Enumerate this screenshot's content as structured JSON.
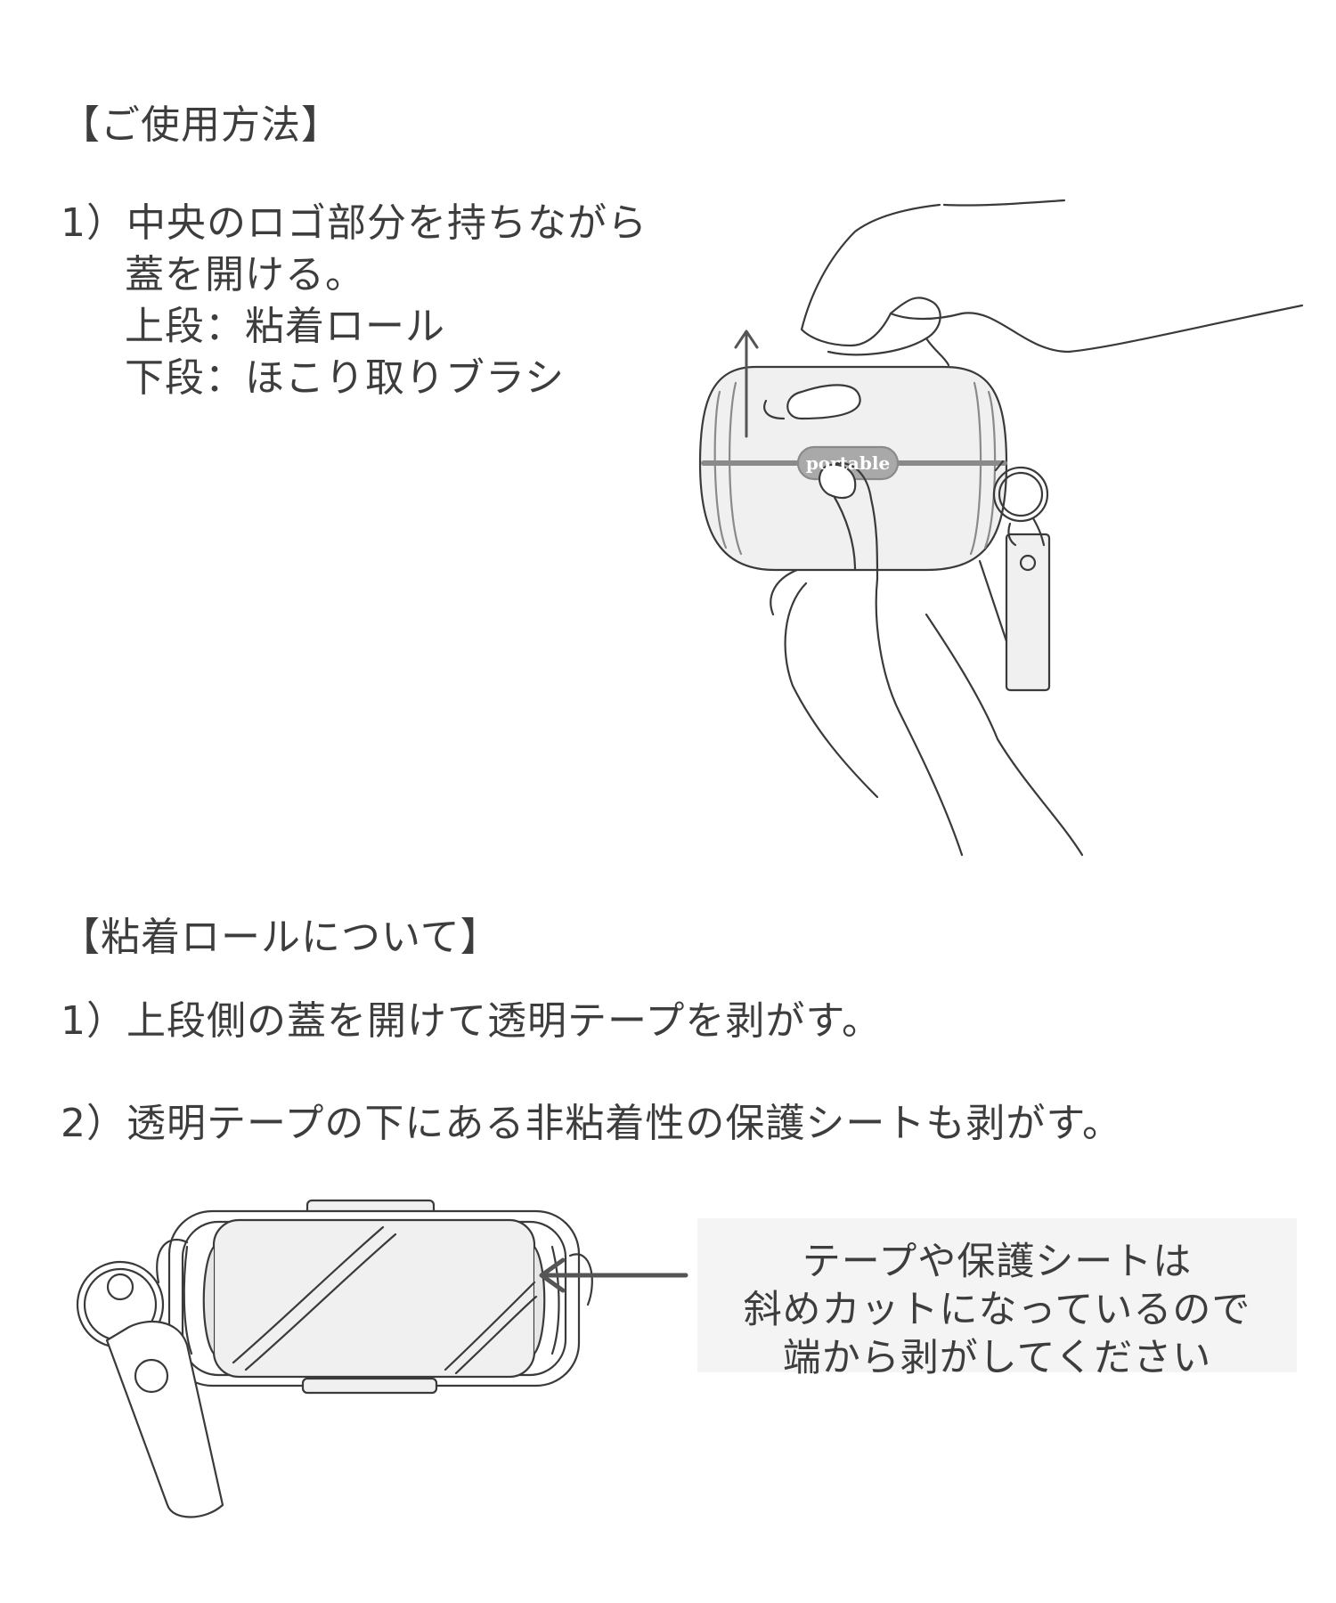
{
  "usage": {
    "heading": "【ご使用方法】",
    "step1": {
      "line1": "1）中央のロゴ部分を持ちながら",
      "line2": "蓋を開ける。",
      "line3": "上段：粘着ロール",
      "line4": "下段：ほこり取りブラシ"
    }
  },
  "illustration": {
    "logo_text": "portable"
  },
  "roll": {
    "heading": "【粘着ロールについて】",
    "step1": "1）上段側の蓋を開けて透明テープを剥がす。",
    "step2": "2）透明テープの下にある非粘着性の保護シートも剥がす。"
  },
  "note": {
    "line1": "テープや保護シートは",
    "line2": "斜めカットになっているので",
    "line3": "端から剥がしてください"
  },
  "colors": {
    "text": "#3d3d3d",
    "line": "#3a3a3a",
    "fill": "#f0f0f0",
    "note_bg": "#f4f4f4"
  }
}
